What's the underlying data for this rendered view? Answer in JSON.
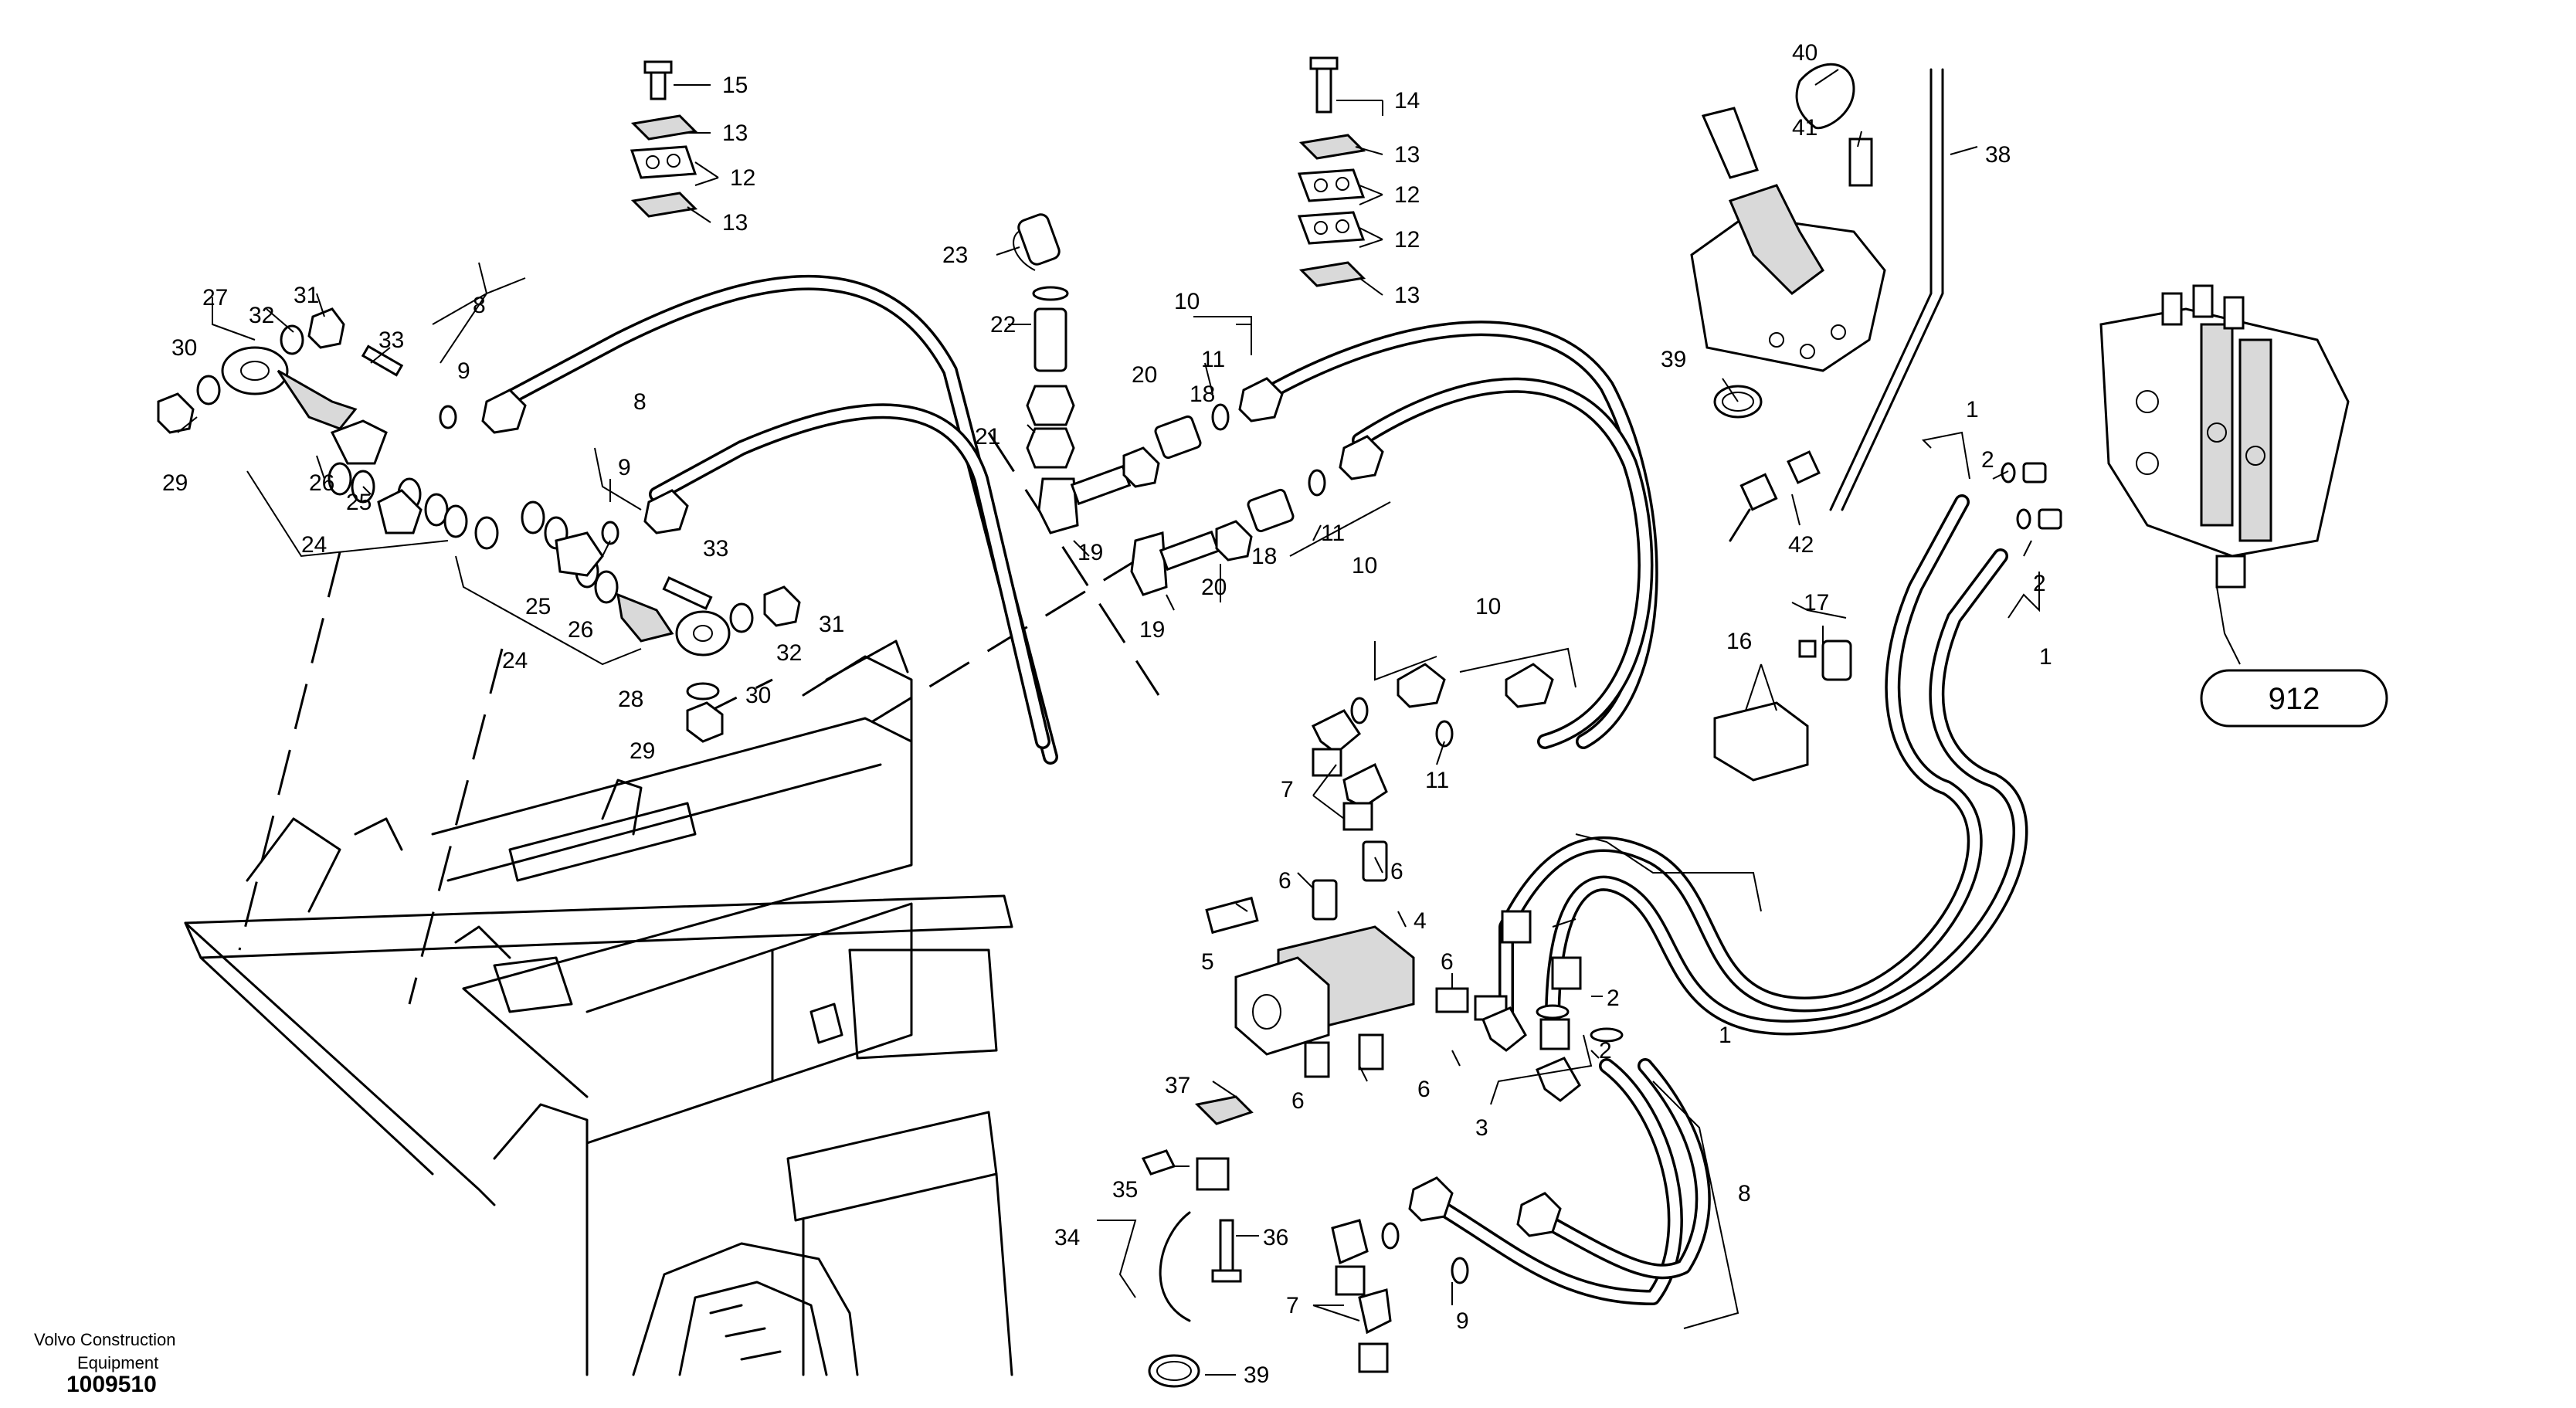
{
  "footer": {
    "company_line1": "Volvo Construction",
    "company_line2": "Equipment",
    "drawing_number": "1009510"
  },
  "reference_badge": "912",
  "callouts": [
    {
      "id": "c15",
      "text": "15"
    },
    {
      "id": "c13a",
      "text": "13"
    },
    {
      "id": "c12a",
      "text": "12"
    },
    {
      "id": "c13b",
      "text": "13"
    },
    {
      "id": "c14",
      "text": "14"
    },
    {
      "id": "c13c",
      "text": "13"
    },
    {
      "id": "c12b",
      "text": "12"
    },
    {
      "id": "c12c",
      "text": "12"
    },
    {
      "id": "c13d",
      "text": "13"
    },
    {
      "id": "c40",
      "text": "40"
    },
    {
      "id": "c41",
      "text": "41"
    },
    {
      "id": "c38",
      "text": "38"
    },
    {
      "id": "c39a",
      "text": "39"
    },
    {
      "id": "c42",
      "text": "42"
    },
    {
      "id": "c27",
      "text": "27"
    },
    {
      "id": "c32a",
      "text": "32"
    },
    {
      "id": "c31a",
      "text": "31"
    },
    {
      "id": "c30a",
      "text": "30"
    },
    {
      "id": "c33a",
      "text": "33"
    },
    {
      "id": "c29a",
      "text": "29"
    },
    {
      "id": "c26a",
      "text": "26"
    },
    {
      "id": "c25a",
      "text": "25"
    },
    {
      "id": "c24a",
      "text": "24"
    },
    {
      "id": "c8a",
      "text": "8"
    },
    {
      "id": "c9a",
      "text": "9"
    },
    {
      "id": "c8b",
      "text": "8"
    },
    {
      "id": "c9b",
      "text": "9"
    },
    {
      "id": "c23",
      "text": "23"
    },
    {
      "id": "c22",
      "text": "22"
    },
    {
      "id": "c21",
      "text": "21"
    },
    {
      "id": "c19a",
      "text": "19"
    },
    {
      "id": "c19b",
      "text": "19"
    },
    {
      "id": "c20a",
      "text": "20"
    },
    {
      "id": "c20b",
      "text": "20"
    },
    {
      "id": "c18a",
      "text": "18"
    },
    {
      "id": "c18b",
      "text": "18"
    },
    {
      "id": "c10a",
      "text": "10"
    },
    {
      "id": "c11a",
      "text": "11"
    },
    {
      "id": "c11b",
      "text": "11"
    },
    {
      "id": "c10b",
      "text": "10"
    },
    {
      "id": "c33b",
      "text": "33"
    },
    {
      "id": "c31b",
      "text": "31"
    },
    {
      "id": "c32b",
      "text": "32"
    },
    {
      "id": "c25b",
      "text": "25"
    },
    {
      "id": "c26b",
      "text": "26"
    },
    {
      "id": "c24b",
      "text": "24"
    },
    {
      "id": "c28",
      "text": "28"
    },
    {
      "id": "c30b",
      "text": "30"
    },
    {
      "id": "c29b",
      "text": "29"
    },
    {
      "id": "c10c",
      "text": "10"
    },
    {
      "id": "c11c",
      "text": "11"
    },
    {
      "id": "c7a",
      "text": "7"
    },
    {
      "id": "c6a",
      "text": "6"
    },
    {
      "id": "c6b",
      "text": "6"
    },
    {
      "id": "c5",
      "text": "5"
    },
    {
      "id": "c4",
      "text": "4"
    },
    {
      "id": "c6c",
      "text": "6"
    },
    {
      "id": "c2a",
      "text": "2"
    },
    {
      "id": "c2b",
      "text": "2"
    },
    {
      "id": "c3",
      "text": "3"
    },
    {
      "id": "c6d",
      "text": "6"
    },
    {
      "id": "c6e",
      "text": "6"
    },
    {
      "id": "c37",
      "text": "37"
    },
    {
      "id": "c35",
      "text": "35"
    },
    {
      "id": "c34",
      "text": "34"
    },
    {
      "id": "c36",
      "text": "36"
    },
    {
      "id": "c7b",
      "text": "7"
    },
    {
      "id": "c9c",
      "text": "9"
    },
    {
      "id": "c8c",
      "text": "8"
    },
    {
      "id": "c39b",
      "text": "39"
    },
    {
      "id": "c1a",
      "text": "1"
    },
    {
      "id": "c2c",
      "text": "2"
    },
    {
      "id": "c2d",
      "text": "2"
    },
    {
      "id": "c1b",
      "text": "1"
    },
    {
      "id": "c1c",
      "text": "1"
    },
    {
      "id": "c16",
      "text": "16"
    },
    {
      "id": "c17",
      "text": "17"
    }
  ]
}
